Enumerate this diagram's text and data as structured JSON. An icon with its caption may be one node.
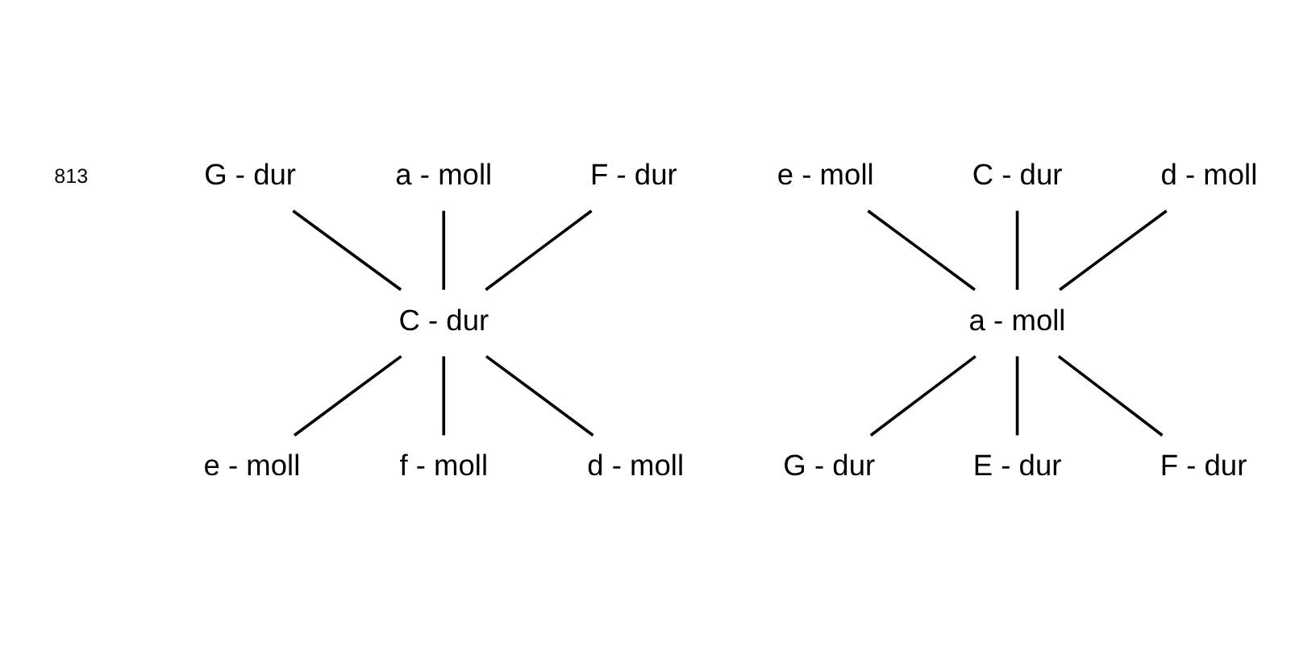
{
  "diagram": {
    "nodes": [
      {
        "text": [
          "a - moll"
        ]
      },
      {
        "text": [
          "G - dur"
        ]
      },
      {
        "text": [
          "F - dur"
        ]
      },
      {
        "text": [
          "C - dur"
        ]
      },
      {
        "text": [
          "e - moll"
        ]
      },
      {
        "text": [
          "d - moll"
        ]
      },
      {
        "text": [
          "f - moll"
        ]
      },
      {
        "text": [
          "C - dur"
        ]
      },
      {
        "text": [
          "e - moll"
        ]
      },
      {
        "text": [
          "d - moll"
        ]
      },
      {
        "text": [
          "a - moll"
        ]
      },
      {
        "text": [
          "G - dur"
        ]
      },
      {
        "text": [
          "F - dur"
        ]
      },
      {
        "text": [
          "E - dur"
        ]
      }
    ],
    "edges": [
      {
        "from": 0,
        "to": 3,
        "arrow": "none"
      },
      {
        "from": 1,
        "to": 3,
        "arrow": "none"
      },
      {
        "from": 2,
        "to": 3,
        "arrow": "none"
      },
      {
        "from": 3,
        "to": 4,
        "arrow": "none"
      },
      {
        "from": 3,
        "to": 5,
        "arrow": "none"
      },
      {
        "from": 3,
        "to": 6,
        "arrow": "none"
      },
      {
        "from": 7,
        "to": 10,
        "arrow": "none"
      },
      {
        "from": 8,
        "to": 10,
        "arrow": "none"
      },
      {
        "from": 9,
        "to": 10,
        "arrow": "none"
      },
      {
        "from": 10,
        "to": 11,
        "arrow": "none"
      },
      {
        "from": 10,
        "to": 12,
        "arrow": "none"
      },
      {
        "from": 10,
        "to": 13,
        "arrow": "none"
      }
    ],
    "labels": [
      "813"
    ]
  }
}
